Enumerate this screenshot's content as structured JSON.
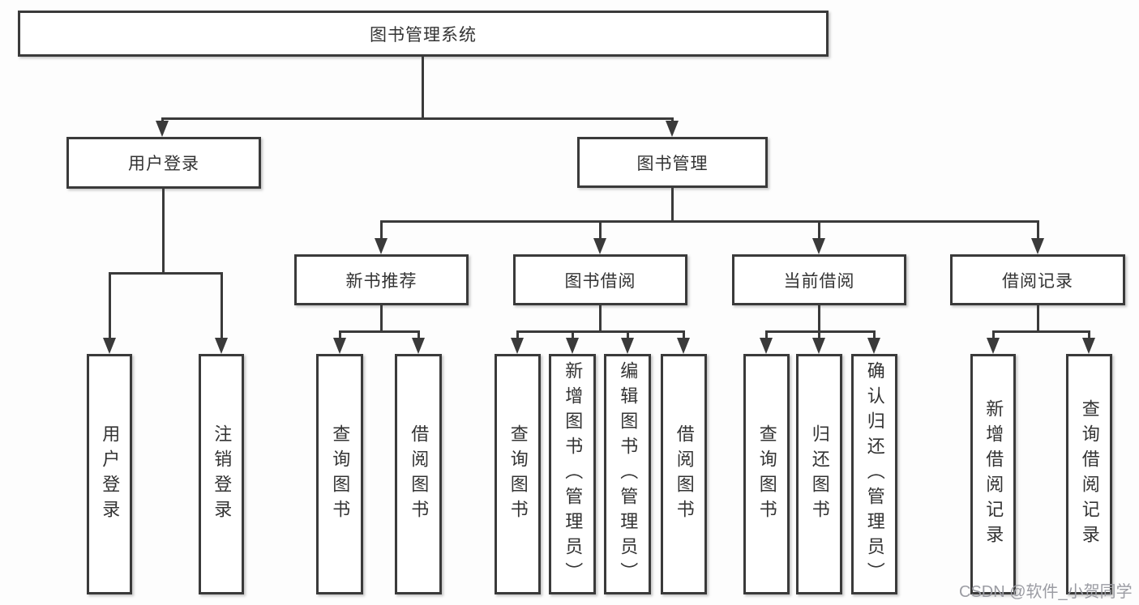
{
  "diagram": {
    "type": "hierarchy-tree",
    "root": {
      "label": "图书管理系统",
      "children": [
        {
          "label": "用户登录",
          "children": [
            {
              "label": "用户登录"
            },
            {
              "label": "注销登录"
            }
          ]
        },
        {
          "label": "图书管理",
          "children": [
            {
              "label": "新书推荐",
              "children": [
                {
                  "label": "查询图书"
                },
                {
                  "label": "借阅图书"
                }
              ]
            },
            {
              "label": "图书借阅",
              "children": [
                {
                  "label": "查询图书"
                },
                {
                  "label": "新增图书（管理员）"
                },
                {
                  "label": "编辑图书（管理员）"
                },
                {
                  "label": "借阅图书"
                }
              ]
            },
            {
              "label": "当前借阅",
              "children": [
                {
                  "label": "查询图书"
                },
                {
                  "label": "归还图书"
                },
                {
                  "label": "确认归还（管理员）"
                }
              ]
            },
            {
              "label": "借阅记录",
              "children": [
                {
                  "label": "新增借阅记录"
                },
                {
                  "label": "查询借阅记录"
                }
              ]
            }
          ]
        }
      ]
    },
    "watermark": "CSDN @软件_小贺同学"
  },
  "colors": {
    "line": "#3a3a3a",
    "text": "#333333",
    "background": "#fdfdfd",
    "watermark": "#9b9ca3"
  }
}
